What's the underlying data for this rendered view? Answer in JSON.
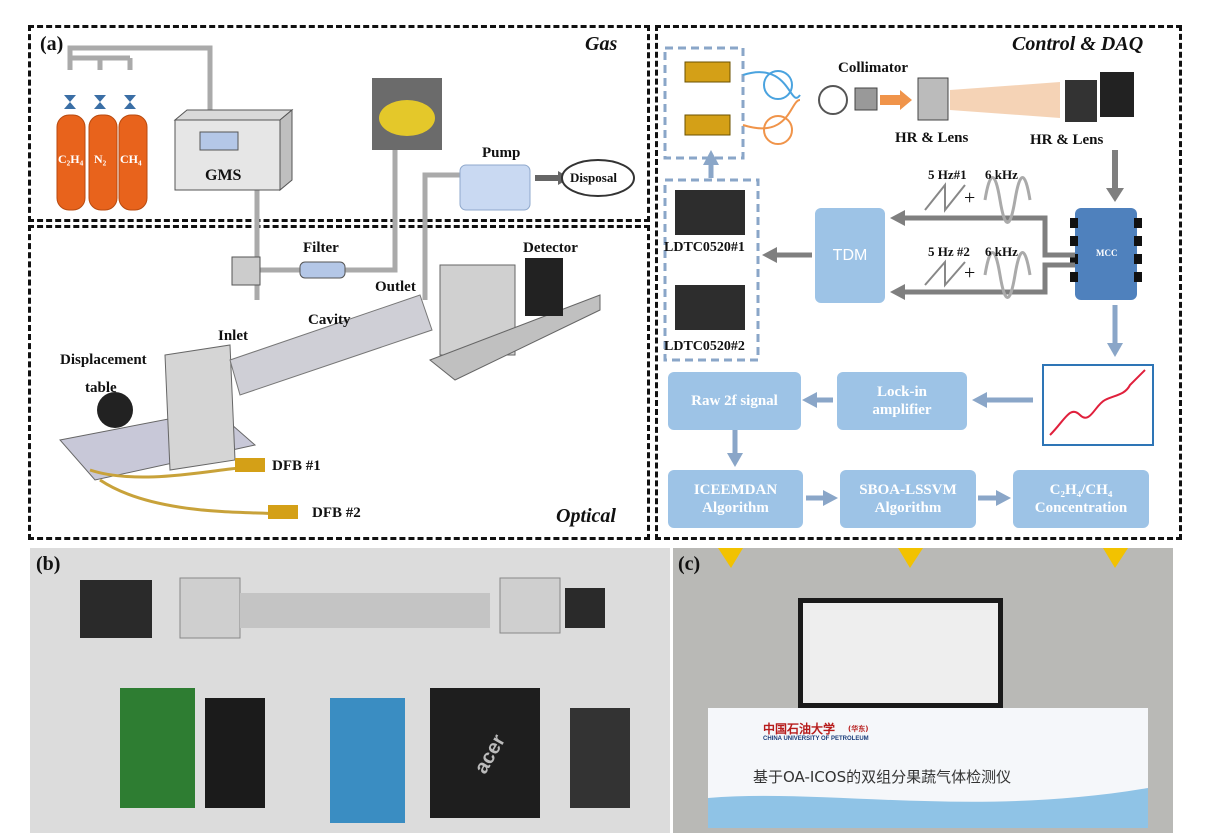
{
  "panels": {
    "a": "(a)",
    "b": "(b)",
    "c": "(c)"
  },
  "sections": {
    "gas": "Gas",
    "optical": "Optical",
    "control": "Control & DAQ"
  },
  "gas": {
    "cylinders": [
      "C₂H₄",
      "N₂",
      "CH₄"
    ],
    "gms": "GMS",
    "pump": "Pump",
    "disposal": "Disposal",
    "filter": "Filter"
  },
  "optical": {
    "inlet": "Inlet",
    "outlet": "Outlet",
    "cavity": "Cavity",
    "detector": "Detector",
    "displacement": "Displacement",
    "table": "table",
    "dfb1": "DFB #1",
    "dfb2": "DFB #2"
  },
  "control": {
    "collimator": "Collimator",
    "hr_lens_1": "HR & Lens",
    "hr_lens_2": "HR & Lens",
    "ldtc1": "LDTC0520#1",
    "ldtc2": "LDTC0520#2",
    "tdm": "TDM",
    "mcc": "MCC",
    "sig1_a": "5 Hz#1",
    "sig1_b": "6 kHz",
    "sig2_a": "5 Hz #2",
    "sig2_b": "6 kHz",
    "plus": "+",
    "raw2f": "Raw 2f signal",
    "lockin_1": "Lock-in",
    "lockin_2": "amplifier",
    "iceemdan_1": "ICEEMDAN",
    "iceemdan_2": "Algorithm",
    "sboa_1": "SBOA-LSSVM",
    "sboa_2": "Algorithm",
    "conc_1": "C₂H₄/CH₄",
    "conc_2": "Concentration"
  },
  "photo_c": {
    "university": "中国石油大学",
    "campus": "(华东)",
    "university_en": "CHINA UNIVERSITY OF PETROLEUM",
    "instrument": "基于OA-ICOS的双组分果蔬气体检测仪",
    "brand": "acer"
  },
  "colors": {
    "box": "#9dc3e6",
    "cylinder": "#e8631c",
    "arrow": "#7f7f7f",
    "mcc": "#4f81bd"
  }
}
